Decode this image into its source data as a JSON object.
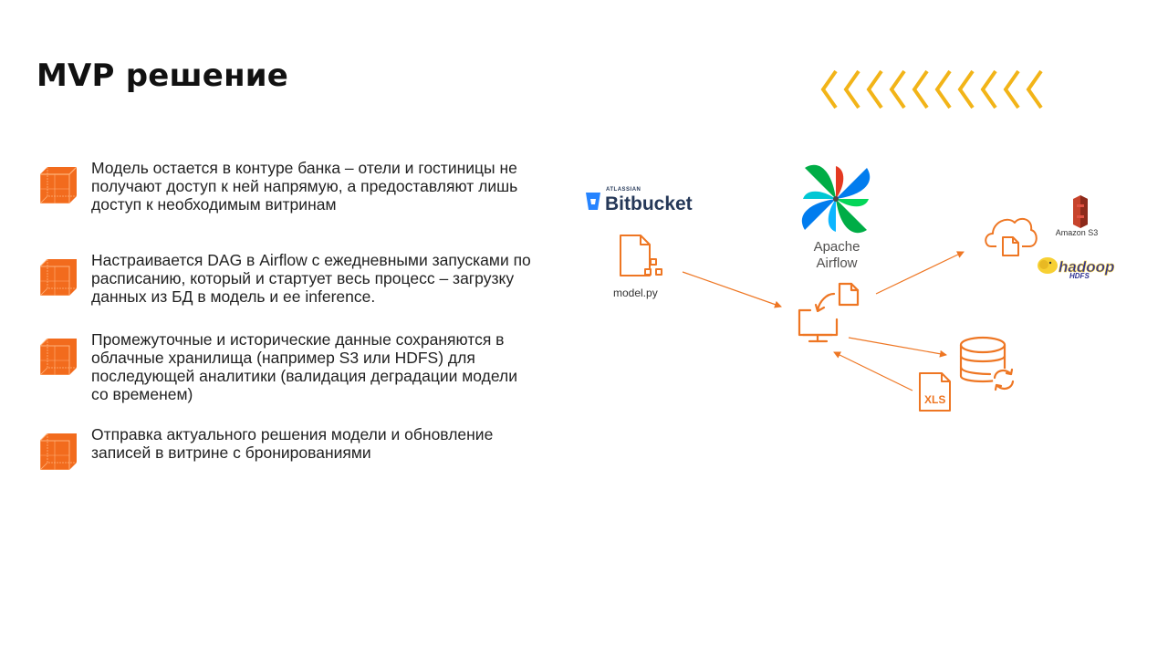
{
  "slide": {
    "title": "MVP решение",
    "bullets": [
      {
        "text": "Модель остается в контуре банка – отели и гостиницы не получают доступ к ней напрямую, а предоставляют лишь доступ к необходимым витринам"
      },
      {
        "text": "Настраивается DAG в Airflow с ежедневными запусками по расписанию, который и стартует весь процесс – загрузку данных из БД в модель и ее inference."
      },
      {
        "text": "Промежуточные и исторические данные сохраняются в облачные хранилища (например S3 или HDFS) для последующей аналитики (валидация деградации модели со временем)"
      },
      {
        "text": "Отправка актуального решения модели и обновление записей в витрине с бронированиями"
      }
    ]
  },
  "diagram": {
    "bitbucket_small": "ATLASSIAN",
    "bitbucket": "Bitbucket",
    "model_file": "model.py",
    "airflow_line1": "Apache",
    "airflow_line2": "Airflow",
    "amazon_s3": "Amazon S3",
    "hadoop": "hadoop",
    "hdfs": "HDFS",
    "xls": "XLS"
  },
  "colors": {
    "accent": "#EE7623",
    "chevron": "#F2B418",
    "bitbucket_blue": "#2684FF",
    "bitbucket_text": "#253858"
  },
  "icons": [
    "chevron-left-icon",
    "cube-icon",
    "bitbucket-logo-icon",
    "file-icon",
    "airflow-pinwheel-icon",
    "monitor-icon",
    "cloud-file-icon",
    "amazon-s3-icon",
    "hadoop-elephant-icon",
    "database-sync-icon",
    "xls-file-icon"
  ]
}
